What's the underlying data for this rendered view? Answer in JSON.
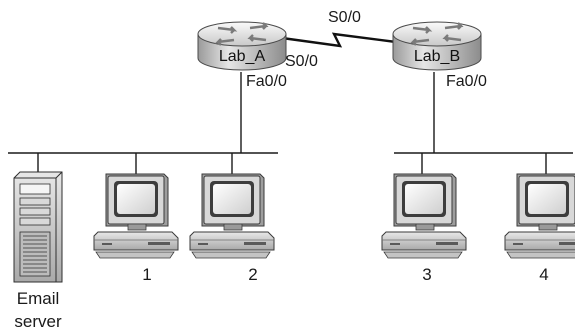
{
  "routers": [
    {
      "name": "Lab_A"
    },
    {
      "name": "Lab_B"
    }
  ],
  "interfaces": {
    "lab_a_serial": "S0/0",
    "lab_b_serial": "S0/0",
    "lab_a_fast": "Fa0/0",
    "lab_b_fast": "Fa0/0"
  },
  "hosts": {
    "server_line1": "Email",
    "server_line2": "server",
    "pc1": "1",
    "pc2": "2",
    "pc3": "3",
    "pc4": "4"
  },
  "colors": {
    "line": "#1a1a1a",
    "router_light": "#f0f0f0",
    "router_mid": "#c8c8c8",
    "router_dark": "#8a8a8a",
    "device_light": "#f2f2f2",
    "device_mid": "#bdbdbd",
    "device_dark": "#6e6e6e"
  }
}
